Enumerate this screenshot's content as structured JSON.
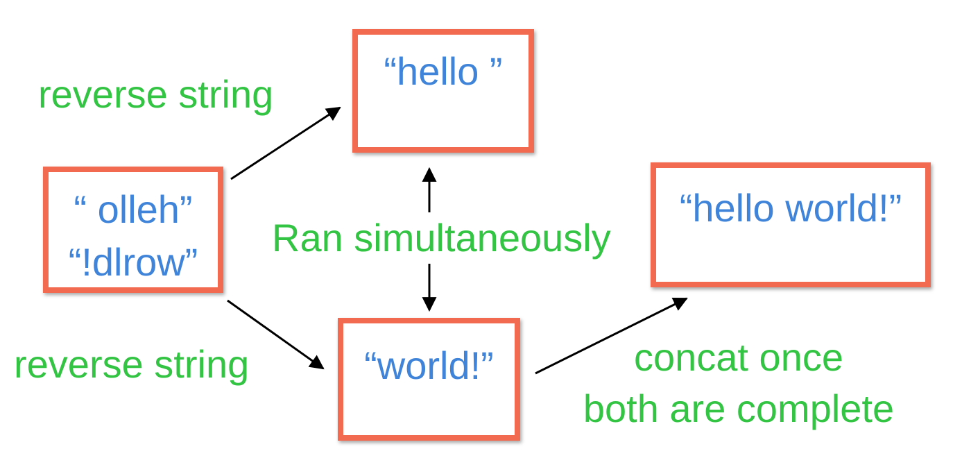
{
  "colors": {
    "box_border": "#f26a50",
    "box_text": "#3f84d8",
    "label_text": "#33c444",
    "arrow": "#000000"
  },
  "boxes": {
    "input": {
      "line1": "“ olleh”",
      "line2": "“!dlrow”"
    },
    "top": {
      "text": "“hello ”"
    },
    "bottom": {
      "text": "“world!”"
    },
    "result": {
      "text": "“hello world!”"
    }
  },
  "labels": {
    "reverse_top": "reverse string",
    "reverse_bottom": "reverse string",
    "simultaneous": "Ran simultaneously",
    "concat_line1": "concat once",
    "concat_line2": "both are complete"
  }
}
